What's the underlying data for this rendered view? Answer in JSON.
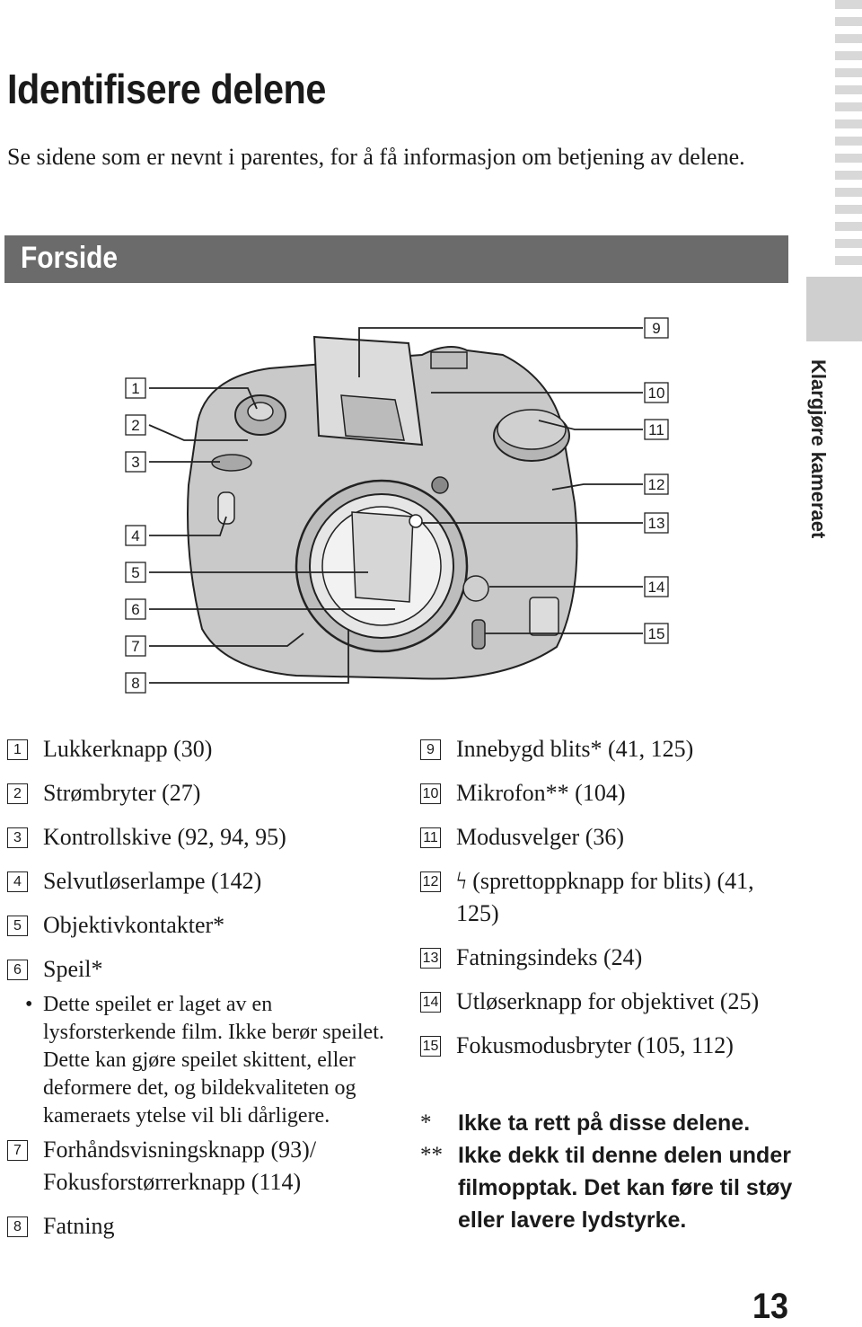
{
  "title": "Identifisere delene",
  "intro": "Se sidene som er nevnt i parentes, for å få informasjon om betjening av delene.",
  "section": "Forside",
  "side_tab": "Klargjøre kameraet",
  "page_number": "13",
  "callouts": [
    "1",
    "2",
    "3",
    "4",
    "5",
    "6",
    "7",
    "8",
    "9",
    "10",
    "11",
    "12",
    "13",
    "14",
    "15"
  ],
  "parts_left": [
    {
      "num": "1",
      "text": "Lukkerknapp (30)"
    },
    {
      "num": "2",
      "text": "Strømbryter (27)"
    },
    {
      "num": "3",
      "text": "Kontrollskive (92, 94, 95)"
    },
    {
      "num": "4",
      "text": "Selvutløserlampe (142)"
    },
    {
      "num": "5",
      "text": "Objektivkontakter*"
    },
    {
      "num": "6",
      "text": "Speil*"
    }
  ],
  "mirror_note": "Dette speilet er laget av en lysforsterkende film. Ikke berør speilet. Dette kan gjøre speilet skittent, eller deformere det, og bildekvaliteten og kameraets ytelse vil bli dårligere.",
  "parts_left_2": [
    {
      "num": "7",
      "text": "Forhåndsvisningsknapp (93)/ Fokusforstørrerknapp (114)"
    },
    {
      "num": "8",
      "text": "Fatning"
    }
  ],
  "parts_right": [
    {
      "num": "9",
      "text": "Innebygd blits* (41, 125)"
    },
    {
      "num": "10",
      "text": "Mikrofon** (104)"
    },
    {
      "num": "11",
      "text": "Modusvelger (36)"
    },
    {
      "num": "12",
      "text": "ϟ (sprettoppknapp for blits) (41, 125)"
    },
    {
      "num": "13",
      "text": "Fatningsindeks (24)"
    },
    {
      "num": "14",
      "text": "Utløserknapp for objektivet (25)"
    },
    {
      "num": "15",
      "text": "Fokusmodusbryter (105, 112)"
    }
  ],
  "notes": [
    {
      "mark": "*",
      "text": "Ikke ta rett på disse delene."
    },
    {
      "mark": "**",
      "text": "Ikke dekk til denne delen under filmopptak. Det kan føre til støy eller lavere lydstyrke."
    }
  ]
}
